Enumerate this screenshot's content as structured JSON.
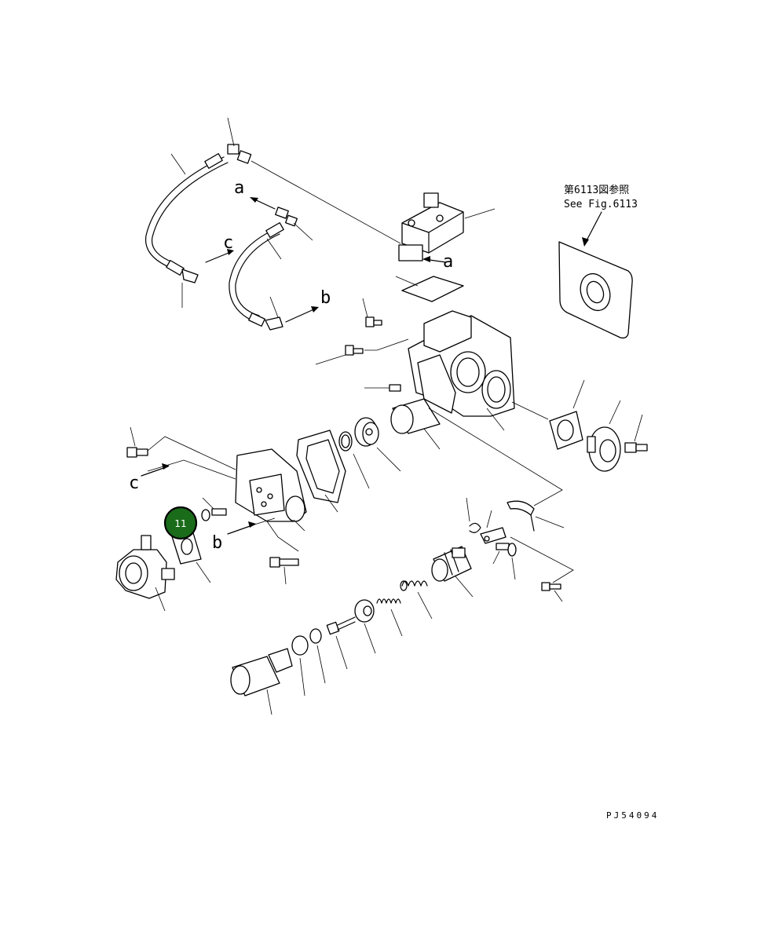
{
  "reference_note": {
    "line1": "第6113図参照",
    "line2": "See Fig.6113"
  },
  "connection_labels": {
    "a_upper": "a",
    "a_valve": "a",
    "b_lower": "b",
    "b_middle": "b",
    "c_upper": "c",
    "c_left": "c"
  },
  "callout": {
    "number": "11",
    "color": "#1a6b1a"
  },
  "drawing_code": "PJ54094"
}
